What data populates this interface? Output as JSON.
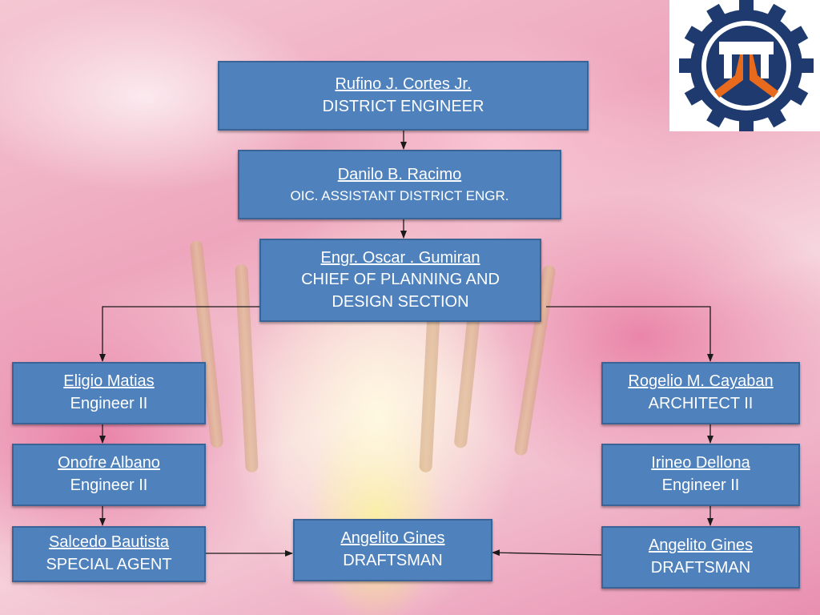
{
  "nodes": {
    "district_engineer": {
      "name": "Rufino J. Cortes Jr.",
      "title": "DISTRICT ENGINEER"
    },
    "asst_district_engr": {
      "name": "Danilo B. Racimo",
      "title": "OIC. ASSISTANT DISTRICT ENGR."
    },
    "chief_planning": {
      "name": "Engr. Oscar . Gumiran",
      "title_line1": "CHIEF OF PLANNING AND",
      "title_line2": "DESIGN SECTION"
    },
    "eligio": {
      "name": "Eligio Matias",
      "title": "Engineer II"
    },
    "onofre": {
      "name": "Onofre Albano",
      "title": "Engineer II"
    },
    "salcedo": {
      "name": "Salcedo Bautista",
      "title": "SPECIAL  AGENT"
    },
    "angelito_center": {
      "name": "Angelito Gines",
      "title": "DRAFTSMAN"
    },
    "rogelio": {
      "name": "Rogelio M. Cayaban",
      "title": "ARCHITECT II"
    },
    "irineo": {
      "name": "Irineo Dellona",
      "title": "Engineer II"
    },
    "angelito_right": {
      "name": "Angelito Gines",
      "title": "DRAFTSMAN"
    }
  },
  "colors": {
    "box_fill": "#4f81bd",
    "box_border": "#3a6396",
    "connector": "#1a1a1a",
    "logo_gear": "#1f3a6e",
    "logo_accent": "#e86a1c"
  },
  "logo": {
    "icon": "gear-agency-seal-icon"
  }
}
